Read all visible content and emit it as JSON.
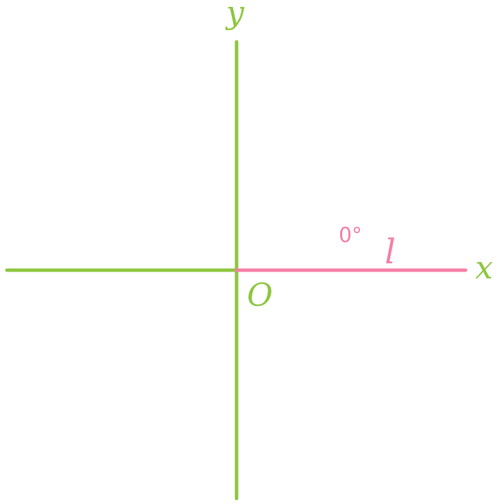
{
  "diagram": {
    "axis_color": "#8dc63f",
    "line_color": "#f47fa6",
    "labels": {
      "y_axis": "y",
      "x_axis": "x",
      "origin": "O",
      "line": "l",
      "angle": "0°"
    },
    "line_inclination_degrees": 0
  }
}
